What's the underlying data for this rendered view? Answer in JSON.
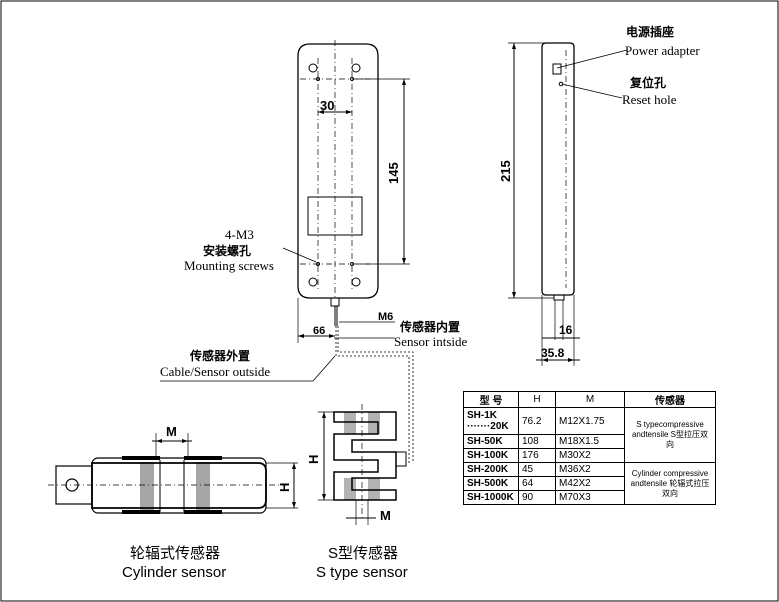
{
  "labels": {
    "power_cn": "电源插座",
    "power_en": "Power adapter",
    "reset_cn": "复位孔",
    "reset_en": "Reset hole",
    "screws_code": "4-M3",
    "screws_cn": "安装螺孔",
    "screws_en": "Mounting screws",
    "inside_cn": "传感器内置",
    "inside_en": "Sensor intside",
    "outside_cn": "传感器外置",
    "outside_en": "Cable/Sensor outside",
    "cyl_cn": "轮辐式传感器",
    "cyl_en": "Cylinder sensor",
    "stype_cn": "S型传感器",
    "stype_en": "S type sensor"
  },
  "dimensions": {
    "d30": "30",
    "d145": "145",
    "d215": "215",
    "d66": "66",
    "m6": "M6",
    "d16": "16",
    "d35_8": "35.8",
    "m": "M",
    "h": "H"
  },
  "table": {
    "headers": [
      "型  号",
      "H",
      "M",
      "传感器"
    ],
    "rows": [
      {
        "model": "SH-1K ·······20K",
        "h": "76.2",
        "m": "M12X1.75"
      },
      {
        "model": "SH-50K",
        "h": "108",
        "m": "M18X1.5"
      },
      {
        "model": "SH-100K",
        "h": "176",
        "m": "M30X2"
      },
      {
        "model": "SH-200K",
        "h": "45",
        "m": "M36X2"
      },
      {
        "model": "SH-500K",
        "h": "64",
        "m": "M42X2"
      },
      {
        "model": "SH-1000K",
        "h": "90",
        "m": "M70X3"
      }
    ],
    "group1": "S typecompressive andtensile S型拉压双向",
    "group2": "Cylinder compressive andtensile 轮辐式拉压双向"
  }
}
